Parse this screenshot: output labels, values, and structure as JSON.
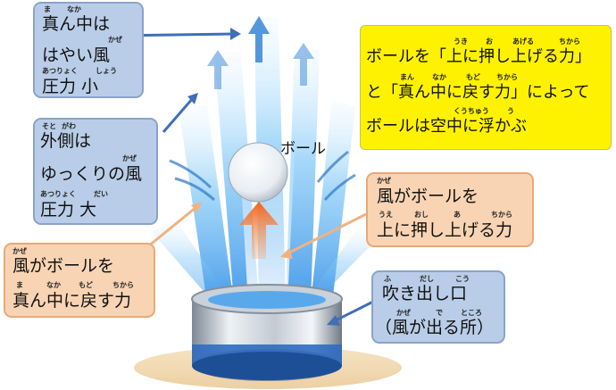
{
  "colors": {
    "blue_box": "#b9cde8",
    "peach_box": "#f8d4b4",
    "yellow_box": "#fff200",
    "wind_arrow": "#2f76c7",
    "callout_blue": "#3f6fb6",
    "callout_peach": "#f1b27e",
    "push_arrow": "#f07a2a"
  },
  "ball_label": "ボール",
  "center_box": {
    "line1": {
      "text": "真ん中は",
      "ruby": [
        "ま",
        "なか"
      ]
    },
    "line2": {
      "text": "はやい風",
      "ruby": [
        "かぜ"
      ]
    },
    "line3": {
      "text": "圧力 小",
      "ruby": [
        "あつりょく",
        "しょう"
      ]
    }
  },
  "outside_box": {
    "line1": {
      "text": "外側は",
      "ruby": [
        "そと",
        "がわ"
      ]
    },
    "line2": {
      "text": "ゆっくりの風",
      "ruby": [
        "かぜ"
      ]
    },
    "line3": {
      "text": "圧力 大",
      "ruby": [
        "あつりょく",
        "だい"
      ]
    }
  },
  "return_box": {
    "line1": {
      "text": "風がボールを",
      "ruby": [
        "かぜ"
      ]
    },
    "line2": {
      "text": "真ん中に戻す力",
      "ruby": [
        "ま",
        "なか",
        "もど",
        "ちから"
      ]
    }
  },
  "push_box": {
    "line1": {
      "text": "風がボールを",
      "ruby": [
        "かぜ"
      ]
    },
    "line2": {
      "text": "上に押し上げる力",
      "ruby": [
        "うえ",
        "おし",
        "あ",
        "ちから"
      ]
    }
  },
  "outlet_box": {
    "line1": {
      "text": "吹き出し口",
      "ruby": [
        "ふ",
        "だし",
        "こう"
      ]
    },
    "line2": {
      "text": "（風が出る所）",
      "ruby": [
        "かぜ",
        "で",
        "ところ"
      ]
    }
  },
  "summary_box": {
    "line1": {
      "text": "ボールを「上に押し上げる力」",
      "ruby": [
        "うき",
        "お",
        "あげる",
        "ちから"
      ]
    },
    "line2": {
      "text": "と「真ん中に戻す力」によって",
      "ruby": [
        "まん",
        "なか",
        "もど",
        "ちから"
      ]
    },
    "line3": {
      "text": "ボールは空中に浮かぶ",
      "ruby": [
        "くうちゅう",
        "う"
      ]
    }
  }
}
